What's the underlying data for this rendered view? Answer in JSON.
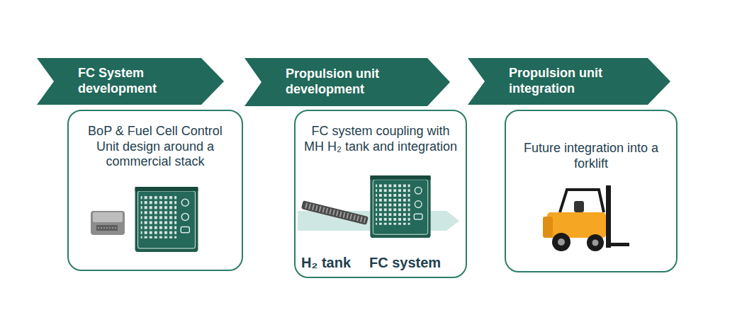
{
  "diagram": {
    "nodes": [
      {
        "text": [
          "FC System development"
        ]
      },
      {
        "text": [
          "BoP & Fuel Cell Control Unit design around a commercial stack"
        ]
      },
      {
        "text": [
          "Propulsion unit development"
        ]
      },
      {
        "text": [
          "FC system coupling with MH H₂ tank and integration",
          "H₂ tank",
          "FC system"
        ]
      },
      {
        "text": [
          "Propulsion unit integration"
        ]
      },
      {
        "text": [
          "Future integration into a forklift"
        ]
      }
    ]
  }
}
